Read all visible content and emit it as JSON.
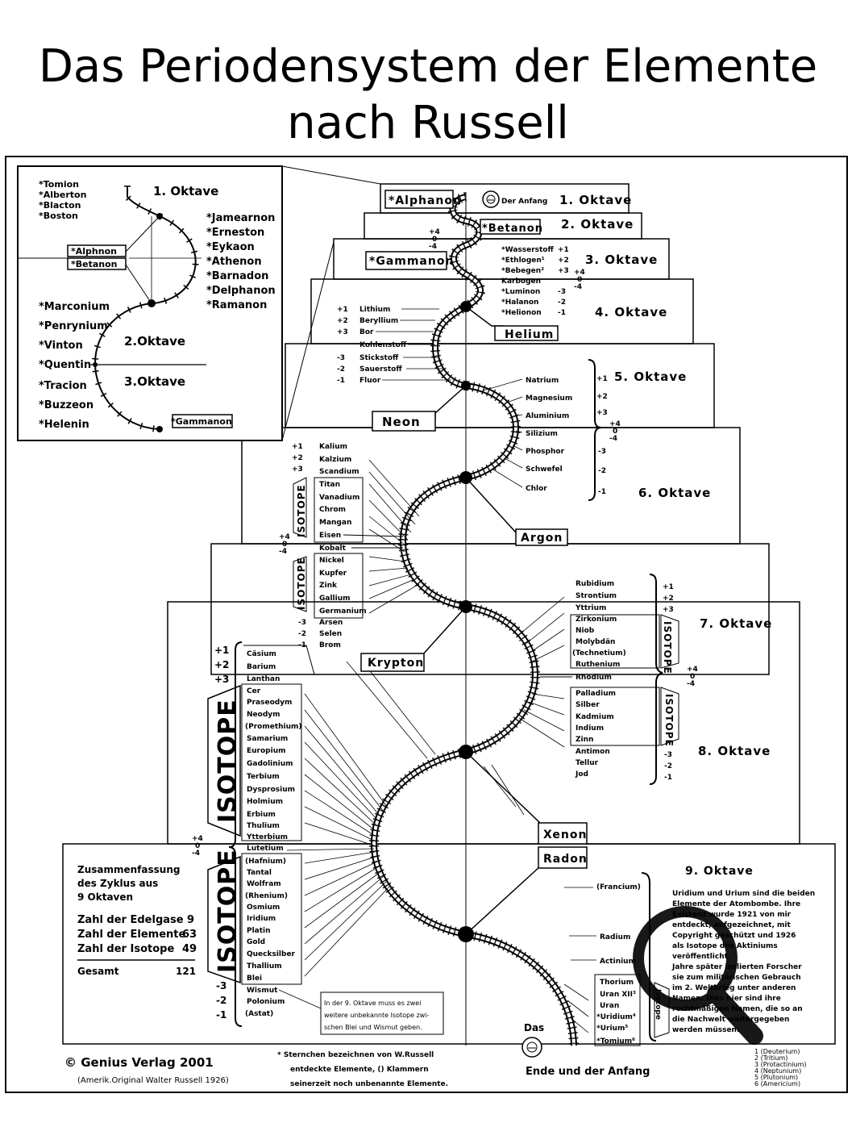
{
  "title": {
    "line1": "Das Periodensystem der Elemente",
    "line2": "nach Russell"
  },
  "octaves": [
    "1. Oktave",
    "2. Oktave",
    "3. Oktave",
    "4. Oktave",
    "5. Oktave",
    "6. Oktave",
    "7. Oktave",
    "8. Oktave",
    "9. Oktave"
  ],
  "top": {
    "alphanon": "*Alphanon",
    "der_anfang": "Der Anfang",
    "betanon": "*Betanon",
    "gammanon": "*Gammanon"
  },
  "oct3_elements": [
    "*Wasserstoff",
    "*Ethlogen¹",
    "*Bebegen²",
    "Karbogen",
    "*Luminon",
    "*Halanon",
    "*Helionon"
  ],
  "oct4_elements": [
    "Lithium",
    "Beryllium",
    "Bor",
    "Kohlenstoff",
    "Stickstoff",
    "Sauerstoff",
    "Fluor"
  ],
  "oct5_elements": [
    "Natrium",
    "Magnesium",
    "Aluminium",
    "Silizium",
    "Phosphor",
    "Schwefel",
    "Chlor"
  ],
  "oct6_elements": [
    "Kalium",
    "Kalzium",
    "Scandium",
    "Titan",
    "Vanadium",
    "Chrom",
    "Mangan",
    "Eisen",
    "Kobalt",
    "Nickel",
    "Kupfer",
    "Zink",
    "Gallium",
    "Germanium",
    "Arsen",
    "Selen",
    "Brom"
  ],
  "oct7_elements": [
    "Rubidium",
    "Strontium",
    "Yttrium",
    "Zirkonium",
    "Niob",
    "Molybdän",
    "(Technetium)",
    "Ruthenium",
    "Rhodium"
  ],
  "oct8_elements": [
    "Palladium",
    "Silber",
    "Kadmium",
    "Indium",
    "Zinn",
    "Antimon",
    "Tellur",
    "Jod"
  ],
  "oct9_left": [
    "Cäsium",
    "Barium",
    "Lanthan",
    "Cer",
    "Praseodym",
    "Neodym",
    "(Promethium)",
    "Samarium",
    "Europium",
    "Gadolinium",
    "Terbium",
    "Dysprosium",
    "Holmium",
    "Erbium",
    "Thulium",
    "Ytterbium",
    "Lutetium",
    "(Hafnium)",
    "Tantal",
    "Wolfram",
    "(Rhenium)",
    "Osmium",
    "Iridium",
    "Platin",
    "Gold",
    "Quecksilber",
    "Thallium",
    "Blei",
    "Wismut",
    "Polonium",
    "(Astat)"
  ],
  "oct9_right": [
    "(Francium)",
    "Radium",
    "Actinium",
    "Thorium",
    "Uran XII³",
    "Uran",
    "*Uridium⁴",
    "*Urium⁵",
    "*Tomium⁶"
  ],
  "noble": {
    "helium": "Helium",
    "neon": "Neon",
    "argon": "Argon",
    "krypton": "Krypton",
    "xenon": "Xenon",
    "radon": "Radon"
  },
  "isotope_label": "ISOTOPE",
  "isotope_small": "Isotope",
  "inset": {
    "left_top": [
      "*Tomion",
      "*Alberton",
      "*Blacton",
      "*Boston"
    ],
    "right": [
      "*Jamearnon",
      "*Erneston",
      "*Eykaon",
      "*Athenon",
      "*Barnadon",
      "*Delphanon",
      "*Ramanon"
    ],
    "left_mid": [
      "*Marconium",
      "*Penrynium",
      "*Vinton",
      "*Quentin",
      "*Tracion",
      "*Buzzeon",
      "*Helenin"
    ],
    "boxes": [
      "*Alphnon",
      "*Betanon",
      "*Gammanon"
    ],
    "octaves": [
      "1. Oktave",
      "2.Oktave",
      "3.Oktave"
    ]
  },
  "summary": {
    "heading": [
      "Zusammenfassung",
      "des Zyklus aus",
      "9 Oktaven"
    ],
    "rows": [
      {
        "label": "Zahl der Edelgase",
        "value": "9"
      },
      {
        "label": "Zahl der Elemente",
        "value": "63"
      },
      {
        "label": "Zahl der Isotope",
        "value": "49"
      }
    ],
    "total": {
      "label": "Gesamt",
      "value": "121"
    }
  },
  "note_box": [
    "In der 9. Oktave muss es zwei",
    "weitere unbekannte Isotope zwi-",
    "schen Blei und Wismut geben."
  ],
  "right_text": [
    "Uridium und Urium sind die beiden",
    "Elemente der Atombombe. Ihre",
    "Existenz wurde 1921 von mir",
    "entdeckt, aufgezeichnet, mit",
    "Copyright geschützt und 1926",
    "als Isotope des Aktiniums",
    "veröffentlicht.",
    "Jahre später isolierten Forscher",
    "sie zum militärischen Gebrauch",
    "im 2. Weltkrieg unter anderen",
    "Namen. Dies hier sind ihre",
    "rechtmäßigen Namen, die so an",
    "die Nachwelt weitergegeben",
    "werden müssen."
  ],
  "footnotes": [
    "1 (Deuterium)",
    "2 (Tritium)",
    "3 (Protactinium)",
    "4 (Neptunium)",
    "5 (Plutonium)",
    "6 (Americium)"
  ],
  "footer": {
    "copyright": "© Genius Verlag 2001",
    "original": "(Amerik.Original Walter Russell 1926)",
    "asterisk_note": [
      "*  Sternchen bezeichnen von W.Russell",
      "entdeckte Elemente, () Klammern",
      "seinerzeit noch unbenannte Elemente."
    ],
    "das": "Das",
    "ende": "Ende und der Anfang"
  },
  "valences": {
    "plus": [
      "+1",
      "+2",
      "+3"
    ],
    "minus": [
      "-3",
      "-2",
      "-1"
    ],
    "center": [
      "+4",
      "0",
      "-4"
    ]
  }
}
